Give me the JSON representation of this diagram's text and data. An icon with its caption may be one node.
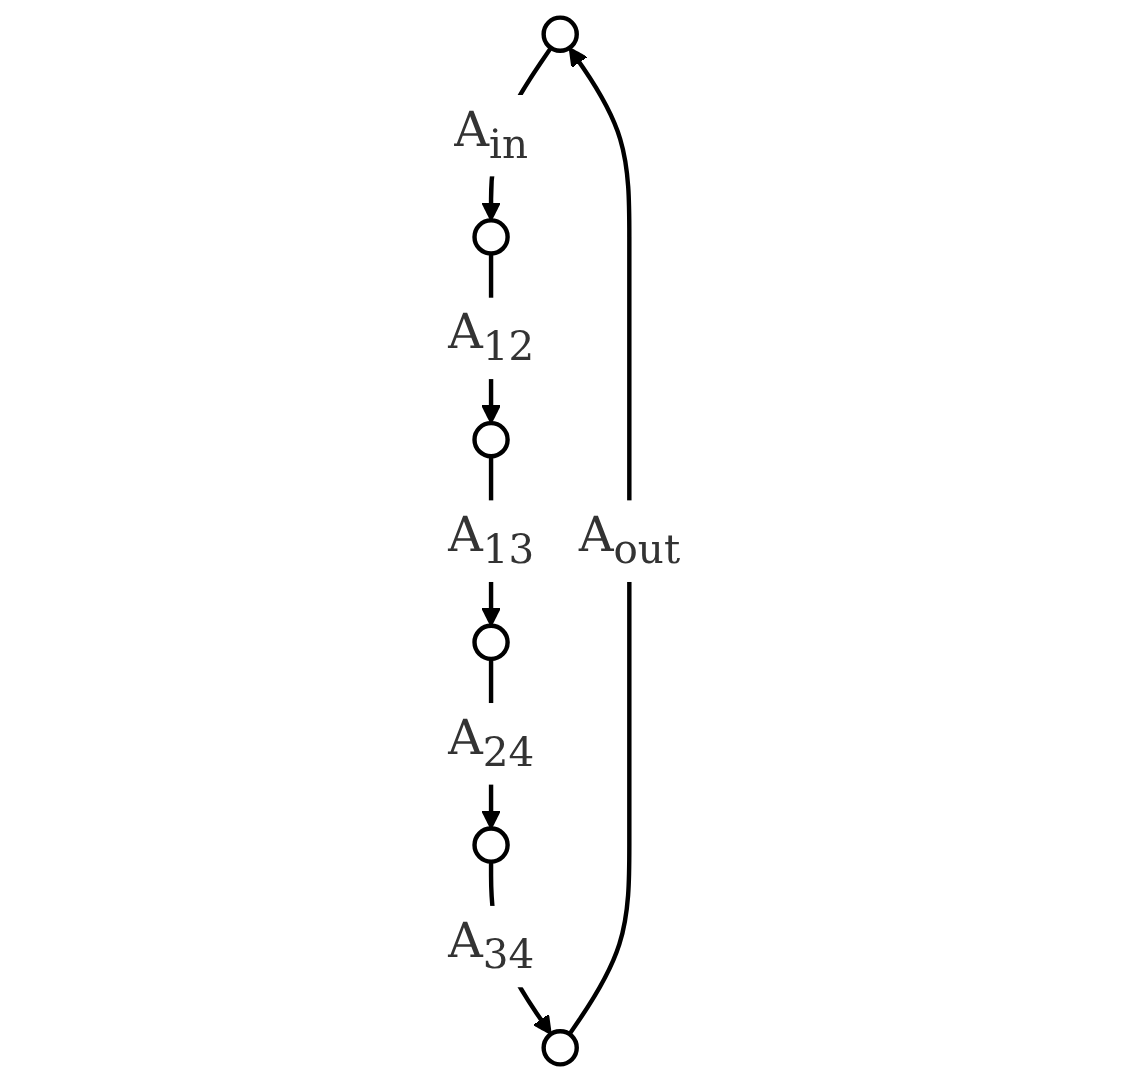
{
  "diagram": {
    "nodes": [
      {
        "text": [],
        "shape": "circle"
      },
      {
        "text": [],
        "shape": "circle"
      },
      {
        "text": [],
        "shape": "circle"
      },
      {
        "text": [],
        "shape": "circle"
      },
      {
        "text": [],
        "shape": "circle"
      },
      {
        "text": [],
        "shape": "circle"
      }
    ],
    "edges": [
      {
        "from": 0,
        "to": 1,
        "arrow": "to",
        "label": "A$_{in}$"
      },
      {
        "from": 1,
        "to": 2,
        "arrow": "to",
        "label": "A$_{12}$"
      },
      {
        "from": 2,
        "to": 3,
        "arrow": "to",
        "label": "A$_{13}$"
      },
      {
        "from": 3,
        "to": 4,
        "arrow": "to",
        "label": "A$_{24}$"
      },
      {
        "from": 4,
        "to": 5,
        "arrow": "to",
        "label": "A$_{34}$"
      },
      {
        "from": 5,
        "to": 0,
        "arrow": "to",
        "label": "A$_{out}$"
      }
    ]
  }
}
